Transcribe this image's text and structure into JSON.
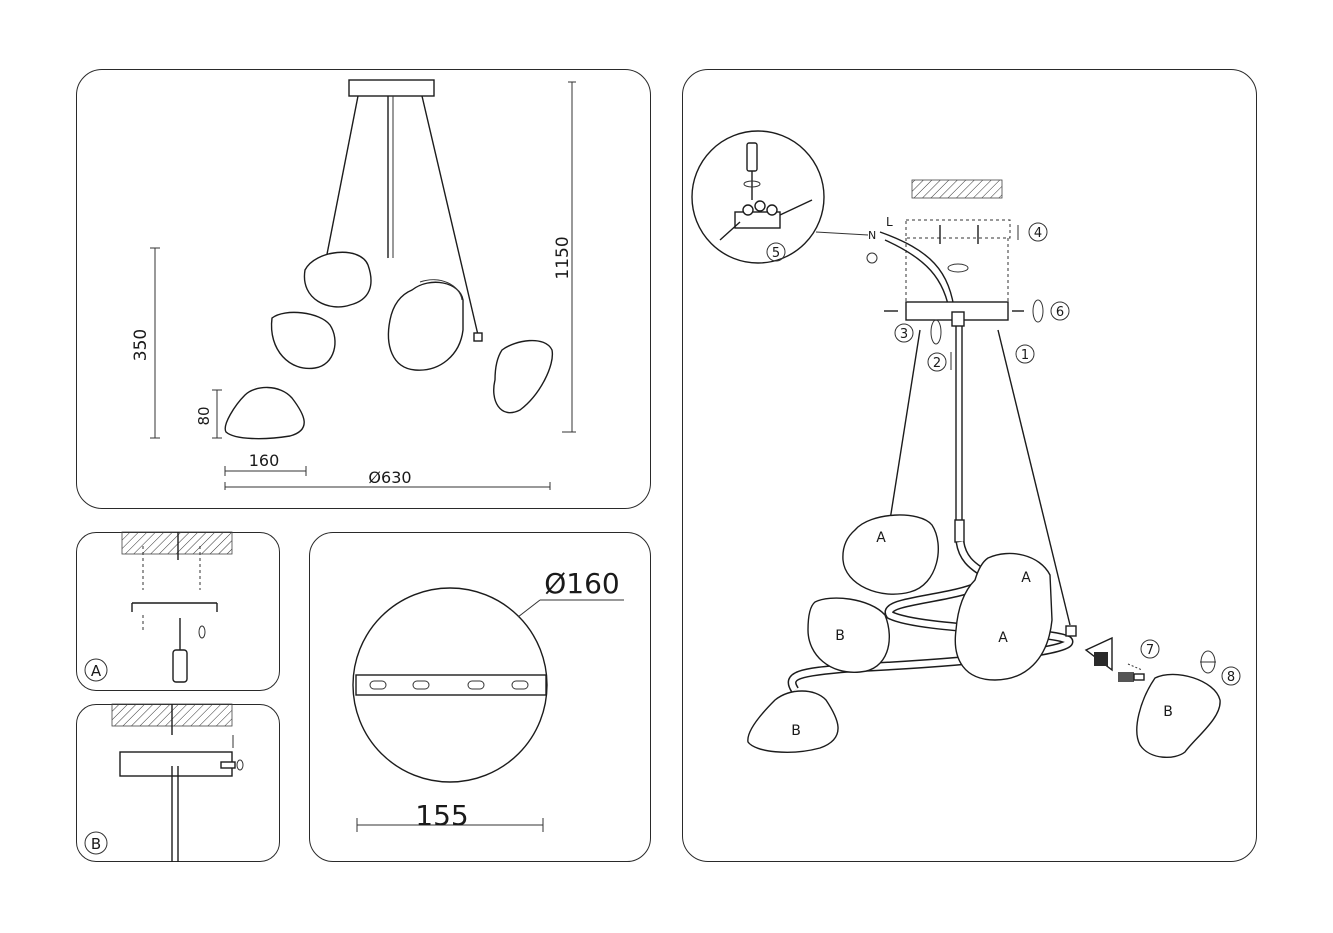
{
  "dimensions": {
    "height_total": "1150",
    "height_body": "350",
    "shade_height": "80",
    "shade_width": "160",
    "diameter": "Ø630"
  },
  "mount": {
    "plate_diameter": "Ø160",
    "bracket_width": "155"
  },
  "labels": {
    "shade_a": "A",
    "shade_b": "B",
    "phase": "L",
    "neutral": "N",
    "callout_a": "A",
    "callout_b": "B"
  },
  "steps": [
    "1",
    "2",
    "3",
    "4",
    "5",
    "6",
    "7",
    "8"
  ]
}
